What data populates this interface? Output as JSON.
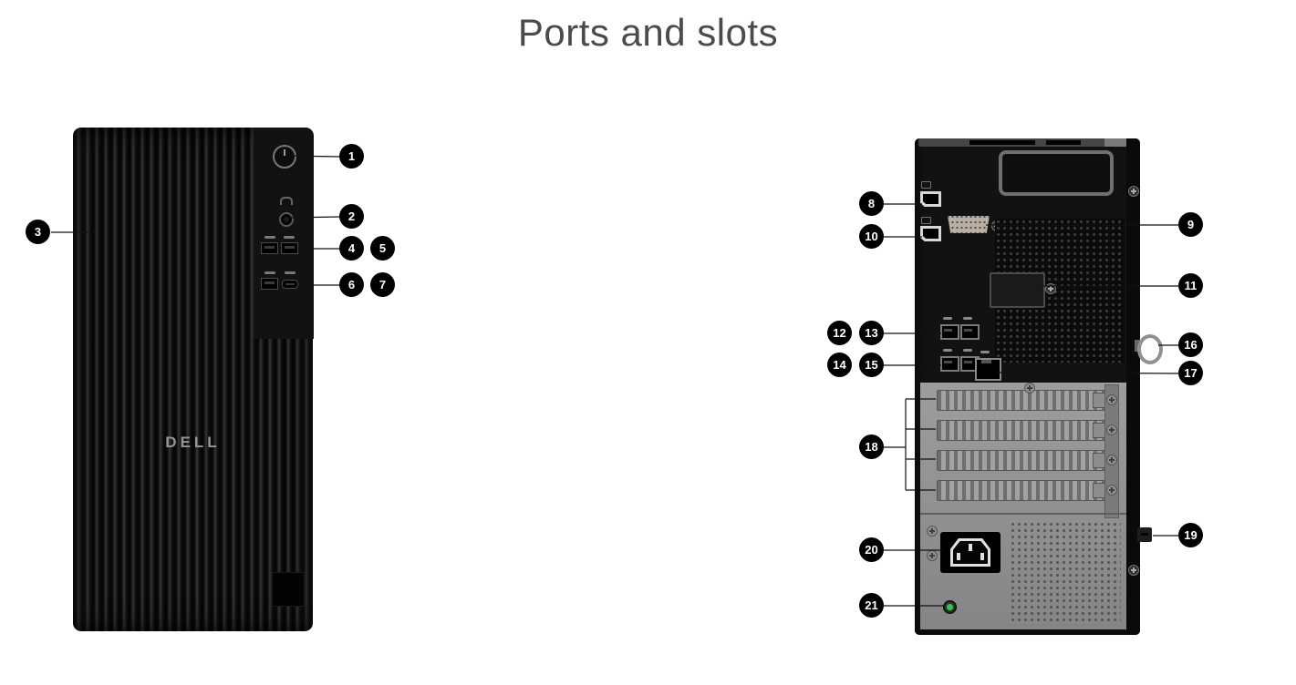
{
  "title": "Ports and slots",
  "front_view": {
    "logo_text": "DELL",
    "callouts": [
      "1",
      "2",
      "3",
      "4",
      "5",
      "6",
      "7"
    ]
  },
  "rear_view": {
    "callouts": [
      "8",
      "9",
      "10",
      "11",
      "12",
      "13",
      "14",
      "15",
      "16",
      "17",
      "18",
      "19",
      "20",
      "21"
    ]
  },
  "colors": {
    "callout_bg": "#000000",
    "callout_text": "#ffffff",
    "title_text": "#4b4b4b",
    "diagnostic_led_green": "#3fbf4f",
    "chassis_black": "#121212",
    "panel_gray": "#8f8f8f"
  },
  "icons": {
    "power-icon": "ring-with-bar",
    "headset-icon": "arc-over-jack",
    "usb-icon": "flat-bar",
    "displayport-icon": "small-rect",
    "ethernet-icon": "rj45-jack",
    "screw-icon": "plus-circle",
    "padlock-ring-icon": "ring-loop",
    "kensington-lock-icon": "security-slot"
  }
}
